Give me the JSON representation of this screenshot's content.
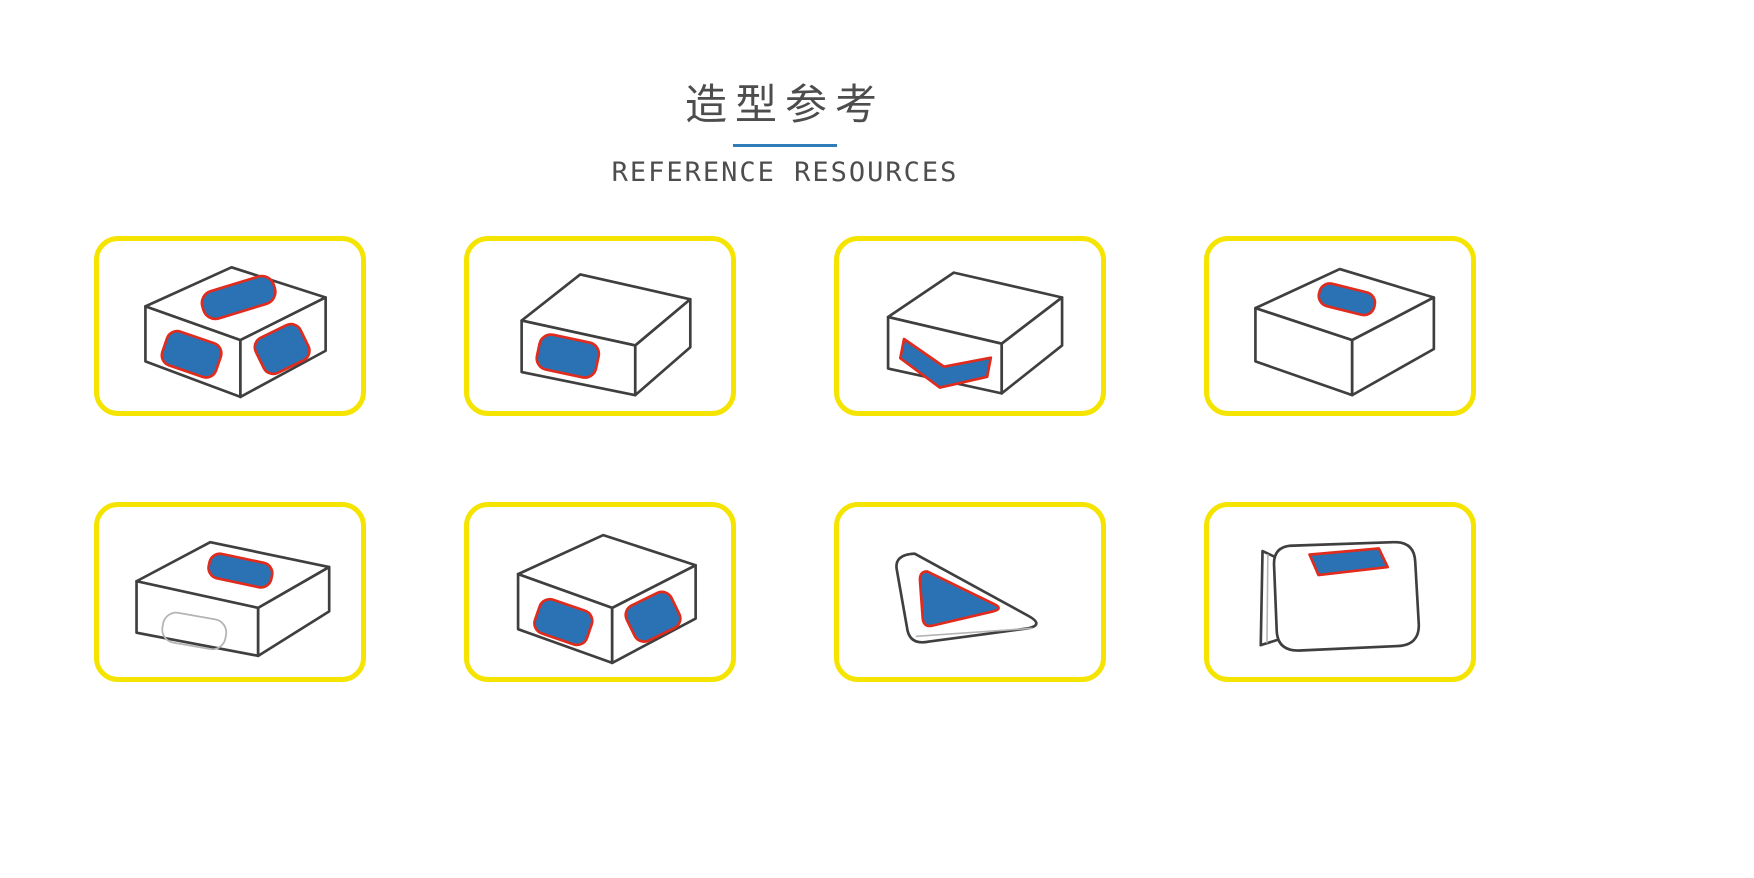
{
  "header": {
    "title": "造型参考",
    "subtitle": "REFERENCE RESOURCES"
  },
  "colors": {
    "title_text": "#4d4d4d",
    "divider": "#2e7cb8",
    "card_border": "#f5e400",
    "outline": "#3f3f3f",
    "window_fill": "#2a72b4",
    "window_stroke": "#e02b1d",
    "ghost_outline": "#b4b4b4"
  },
  "cards": [
    {
      "name": "carton-box-windows-top-front-side"
    },
    {
      "name": "carton-box-window-front"
    },
    {
      "name": "carton-box-chevron-window-front"
    },
    {
      "name": "carton-box-window-top"
    },
    {
      "name": "carton-box-window-top-ghost-front"
    },
    {
      "name": "carton-box-windows-front-side"
    },
    {
      "name": "wedge-box-window-top"
    },
    {
      "name": "pouch-pack-window-top"
    }
  ]
}
